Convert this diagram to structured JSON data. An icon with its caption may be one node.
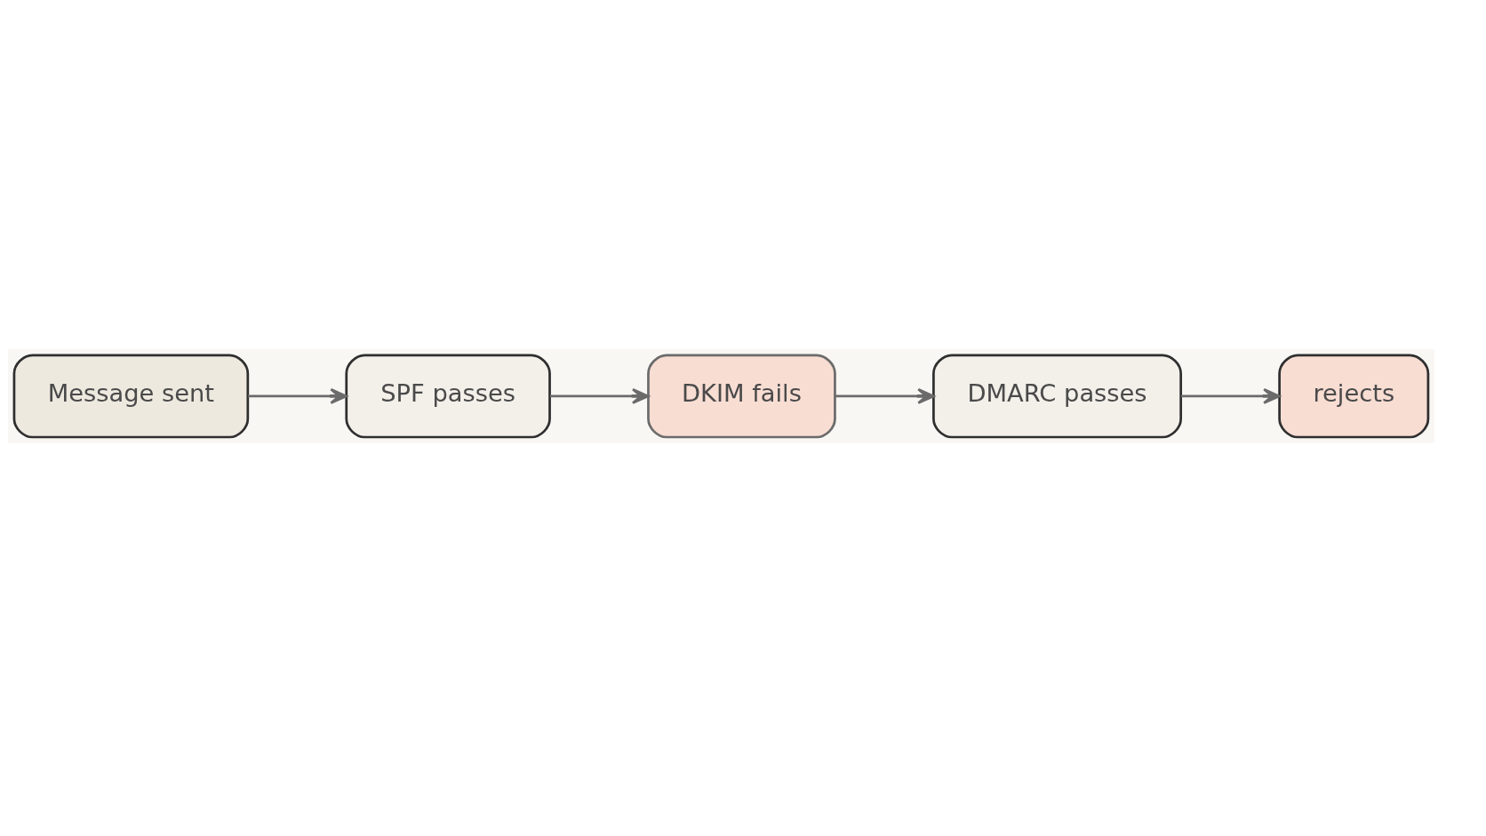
{
  "diagram": {
    "nodes": [
      {
        "text": [
          "Message sent"
        ]
      },
      {
        "text": [
          "SPF passes"
        ]
      },
      {
        "text": [
          "DKIM fails"
        ]
      },
      {
        "text": [
          "DMARC passes"
        ]
      },
      {
        "text": [
          "rejects"
        ]
      }
    ],
    "edges": [
      {
        "from": 0,
        "to": 1,
        "arrow": "to"
      },
      {
        "from": 1,
        "to": 2,
        "arrow": "to"
      },
      {
        "from": 2,
        "to": 3,
        "arrow": "to"
      },
      {
        "from": 3,
        "to": 4,
        "arrow": "to"
      }
    ]
  }
}
